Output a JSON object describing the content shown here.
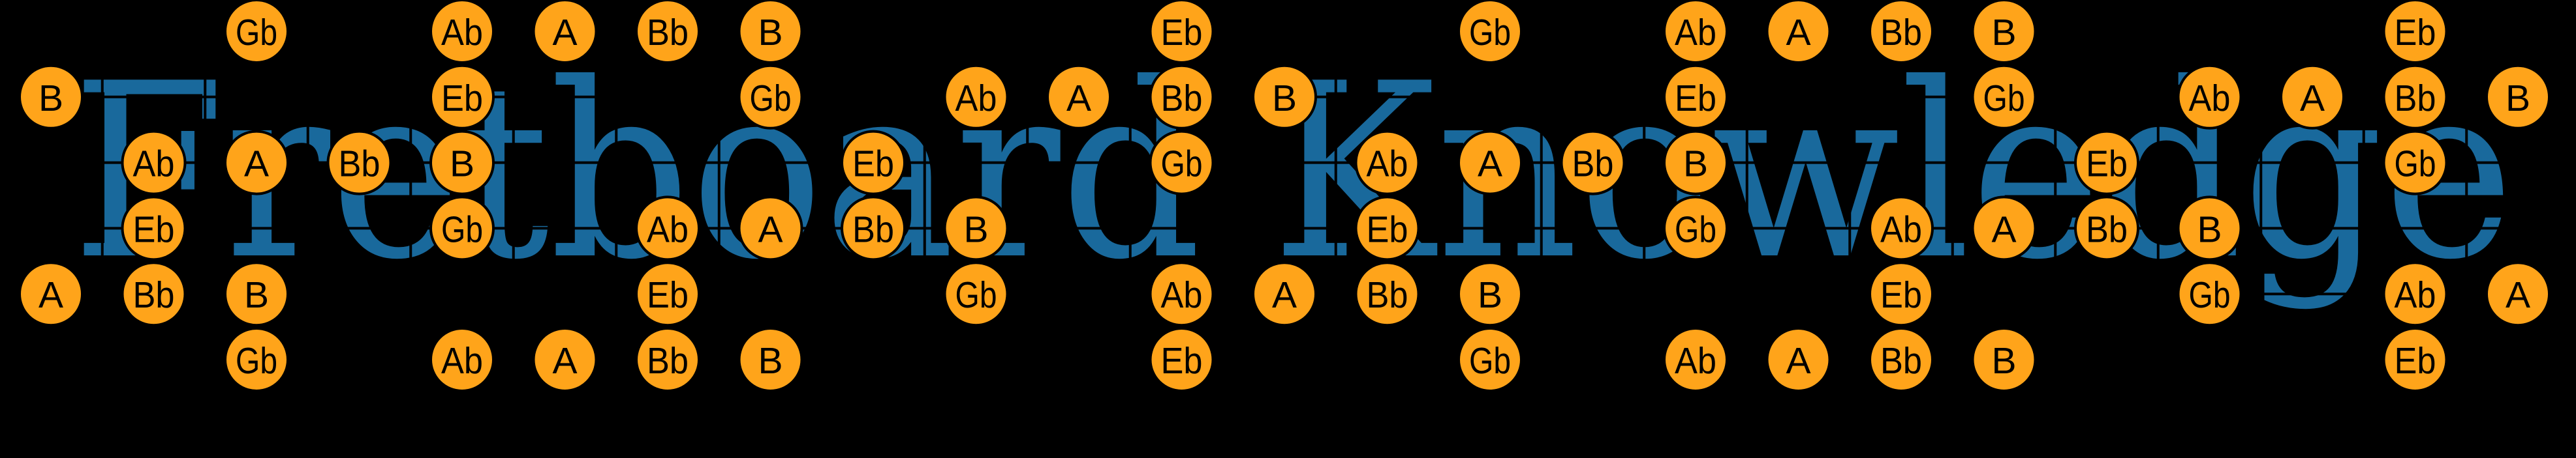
{
  "title": {
    "text": "Fretboard Knowledge",
    "color": "#19699C"
  },
  "colors": {
    "background": "#000000",
    "note_fill": "#FFA41A",
    "note_outline": "#000000",
    "note_text": "#000000",
    "grid_line": "#000000"
  },
  "fretboard": {
    "num_strings": 6,
    "num_frets": 24,
    "highlighted_notes": [
      "Eb",
      "Gb",
      "Ab",
      "A",
      "Bb",
      "B"
    ],
    "notes": [
      {
        "string": 0,
        "fret": 2,
        "label": "Gb"
      },
      {
        "string": 0,
        "fret": 4,
        "label": "Ab"
      },
      {
        "string": 0,
        "fret": 5,
        "label": "A"
      },
      {
        "string": 0,
        "fret": 6,
        "label": "Bb"
      },
      {
        "string": 0,
        "fret": 7,
        "label": "B"
      },
      {
        "string": 0,
        "fret": 11,
        "label": "Eb"
      },
      {
        "string": 0,
        "fret": 14,
        "label": "Gb"
      },
      {
        "string": 0,
        "fret": 16,
        "label": "Ab"
      },
      {
        "string": 0,
        "fret": 17,
        "label": "A"
      },
      {
        "string": 0,
        "fret": 18,
        "label": "Bb"
      },
      {
        "string": 0,
        "fret": 19,
        "label": "B"
      },
      {
        "string": 0,
        "fret": 23,
        "label": "Eb"
      },
      {
        "string": 1,
        "fret": 0,
        "label": "B"
      },
      {
        "string": 1,
        "fret": 4,
        "label": "Eb"
      },
      {
        "string": 1,
        "fret": 7,
        "label": "Gb"
      },
      {
        "string": 1,
        "fret": 9,
        "label": "Ab"
      },
      {
        "string": 1,
        "fret": 10,
        "label": "A"
      },
      {
        "string": 1,
        "fret": 11,
        "label": "Bb"
      },
      {
        "string": 1,
        "fret": 12,
        "label": "B"
      },
      {
        "string": 1,
        "fret": 16,
        "label": "Eb"
      },
      {
        "string": 1,
        "fret": 19,
        "label": "Gb"
      },
      {
        "string": 1,
        "fret": 21,
        "label": "Ab"
      },
      {
        "string": 1,
        "fret": 22,
        "label": "A"
      },
      {
        "string": 1,
        "fret": 23,
        "label": "Bb"
      },
      {
        "string": 1,
        "fret": 24,
        "label": "B"
      },
      {
        "string": 2,
        "fret": 1,
        "label": "Ab"
      },
      {
        "string": 2,
        "fret": 2,
        "label": "A"
      },
      {
        "string": 2,
        "fret": 3,
        "label": "Bb"
      },
      {
        "string": 2,
        "fret": 4,
        "label": "B"
      },
      {
        "string": 2,
        "fret": 8,
        "label": "Eb"
      },
      {
        "string": 2,
        "fret": 11,
        "label": "Gb"
      },
      {
        "string": 2,
        "fret": 13,
        "label": "Ab"
      },
      {
        "string": 2,
        "fret": 14,
        "label": "A"
      },
      {
        "string": 2,
        "fret": 15,
        "label": "Bb"
      },
      {
        "string": 2,
        "fret": 16,
        "label": "B"
      },
      {
        "string": 2,
        "fret": 20,
        "label": "Eb"
      },
      {
        "string": 2,
        "fret": 23,
        "label": "Gb"
      },
      {
        "string": 3,
        "fret": 1,
        "label": "Eb"
      },
      {
        "string": 3,
        "fret": 4,
        "label": "Gb"
      },
      {
        "string": 3,
        "fret": 6,
        "label": "Ab"
      },
      {
        "string": 3,
        "fret": 7,
        "label": "A"
      },
      {
        "string": 3,
        "fret": 8,
        "label": "Bb"
      },
      {
        "string": 3,
        "fret": 9,
        "label": "B"
      },
      {
        "string": 3,
        "fret": 13,
        "label": "Eb"
      },
      {
        "string": 3,
        "fret": 16,
        "label": "Gb"
      },
      {
        "string": 3,
        "fret": 18,
        "label": "Ab"
      },
      {
        "string": 3,
        "fret": 19,
        "label": "A"
      },
      {
        "string": 3,
        "fret": 20,
        "label": "Bb"
      },
      {
        "string": 3,
        "fret": 21,
        "label": "B"
      },
      {
        "string": 4,
        "fret": 0,
        "label": "A"
      },
      {
        "string": 4,
        "fret": 1,
        "label": "Bb"
      },
      {
        "string": 4,
        "fret": 2,
        "label": "B"
      },
      {
        "string": 4,
        "fret": 6,
        "label": "Eb"
      },
      {
        "string": 4,
        "fret": 9,
        "label": "Gb"
      },
      {
        "string": 4,
        "fret": 11,
        "label": "Ab"
      },
      {
        "string": 4,
        "fret": 12,
        "label": "A"
      },
      {
        "string": 4,
        "fret": 13,
        "label": "Bb"
      },
      {
        "string": 4,
        "fret": 14,
        "label": "B"
      },
      {
        "string": 4,
        "fret": 18,
        "label": "Eb"
      },
      {
        "string": 4,
        "fret": 21,
        "label": "Gb"
      },
      {
        "string": 4,
        "fret": 23,
        "label": "Ab"
      },
      {
        "string": 4,
        "fret": 24,
        "label": "A"
      },
      {
        "string": 5,
        "fret": 2,
        "label": "Gb"
      },
      {
        "string": 5,
        "fret": 4,
        "label": "Ab"
      },
      {
        "string": 5,
        "fret": 5,
        "label": "A"
      },
      {
        "string": 5,
        "fret": 6,
        "label": "Bb"
      },
      {
        "string": 5,
        "fret": 7,
        "label": "B"
      },
      {
        "string": 5,
        "fret": 11,
        "label": "Eb"
      },
      {
        "string": 5,
        "fret": 14,
        "label": "Gb"
      },
      {
        "string": 5,
        "fret": 16,
        "label": "Ab"
      },
      {
        "string": 5,
        "fret": 17,
        "label": "A"
      },
      {
        "string": 5,
        "fret": 18,
        "label": "Bb"
      },
      {
        "string": 5,
        "fret": 19,
        "label": "B"
      },
      {
        "string": 5,
        "fret": 23,
        "label": "Eb"
      }
    ]
  }
}
